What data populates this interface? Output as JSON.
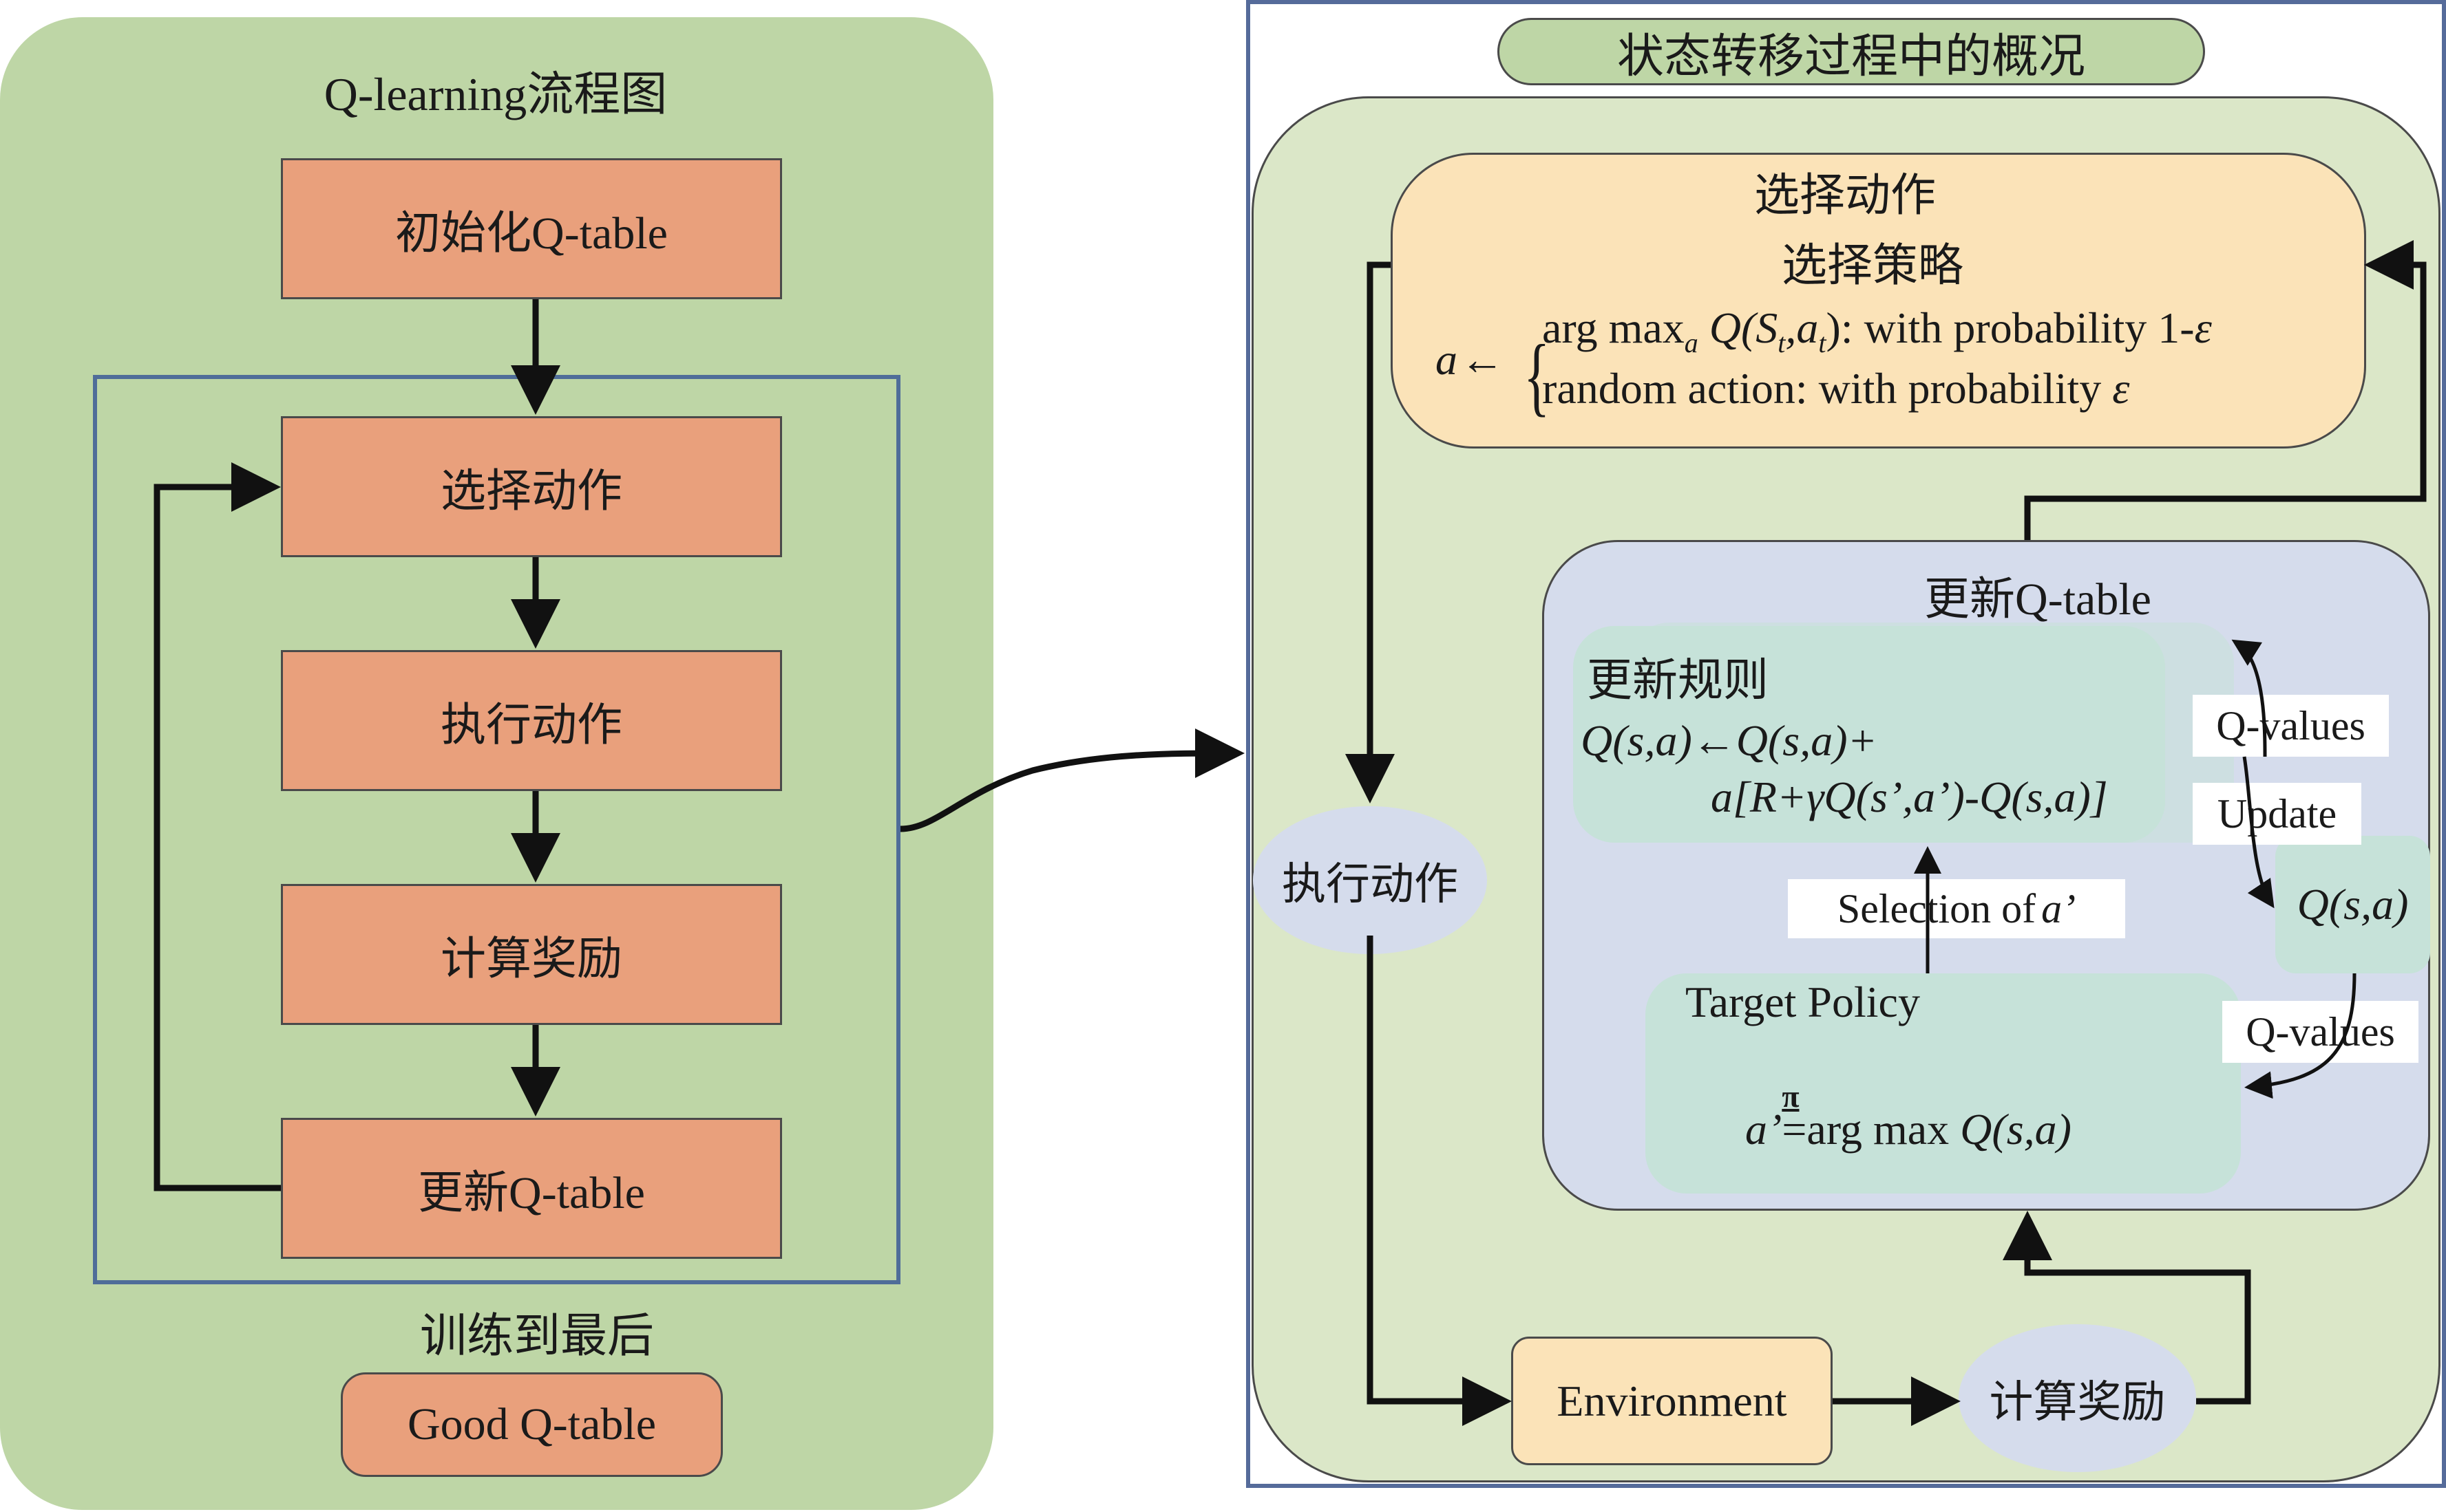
{
  "left": {
    "title": "Q-learning流程图",
    "init_box": "初始化Q-table",
    "steps": [
      "选择动作",
      "执行动作",
      "计算奖励",
      "更新Q-table"
    ],
    "loop_caption": "训练到最后",
    "final_box": "Good Q-table"
  },
  "right": {
    "title": "状态转移过程中的概况",
    "select": {
      "title": "选择动作",
      "subtitle": "选择策略",
      "a_symbol": "a",
      "arrow": "←",
      "brace": "{",
      "line1_prefix": "arg max",
      "line1_sub": "a",
      "line1_q": "Q(S",
      "line1_s_sub": "t",
      "line1_comma": ",a",
      "line1_a_sub": "t",
      "line1_suffix": "):  with probability 1-",
      "line1_eps": "ε",
      "line2_text": "random action:  with probability ",
      "line2_eps": "ε"
    },
    "update": {
      "title": "更新Q-table",
      "rule_title": "更新规则",
      "rule_line1": "Q(s,a)←Q(s,a)+",
      "rule_line2": "a[R+γQ(s’,a’)-Q(s,a)]",
      "target_title": "Target Policy",
      "target_a": "a’",
      "target_pi": "π",
      "target_eq": "=",
      "target_rest_text": "arg max ",
      "target_rest_q": "Q(s,a)",
      "q_box": "Q(s,a)",
      "label_qvalues_top": "Q-values",
      "label_update": "Update",
      "label_selection_text": "Selection of ",
      "label_selection_a": "a’",
      "label_qvalues_bottom": "Q-values"
    },
    "execute": "执行动作",
    "environment": "Environment",
    "reward": "计算奖励"
  },
  "colors": {
    "panel_green": "#bed6a6",
    "inner_green": "#dbe7c8",
    "orange_box": "#e9a07c",
    "select_yellow": "#fbe3b8",
    "update_lavender": "#d5dcec",
    "teal": "#c6e2d9",
    "frame_blue": "#4f6d99"
  }
}
